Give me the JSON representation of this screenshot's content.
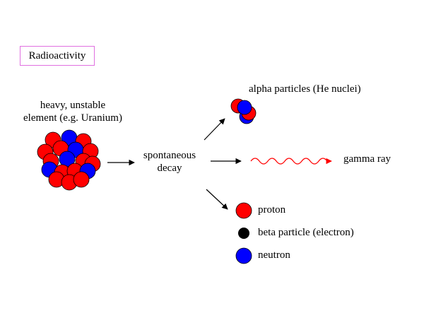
{
  "title": "Radioactivity",
  "source": {
    "line1": "heavy, unstable",
    "line2": "element (e.g. Uranium)"
  },
  "process": {
    "line1": "spontaneous",
    "line2": "decay"
  },
  "outputs": {
    "alpha": "alpha particles (He nuclei)",
    "gamma": "gamma ray"
  },
  "legend": {
    "proton": "proton",
    "beta": "beta particle (electron)",
    "neutron": "neutron"
  },
  "colors": {
    "proton": "#ff0000",
    "neutron": "#0000ff",
    "electron": "#000000",
    "gamma_wave": "#ff0000",
    "title_border": "#e070e0"
  }
}
